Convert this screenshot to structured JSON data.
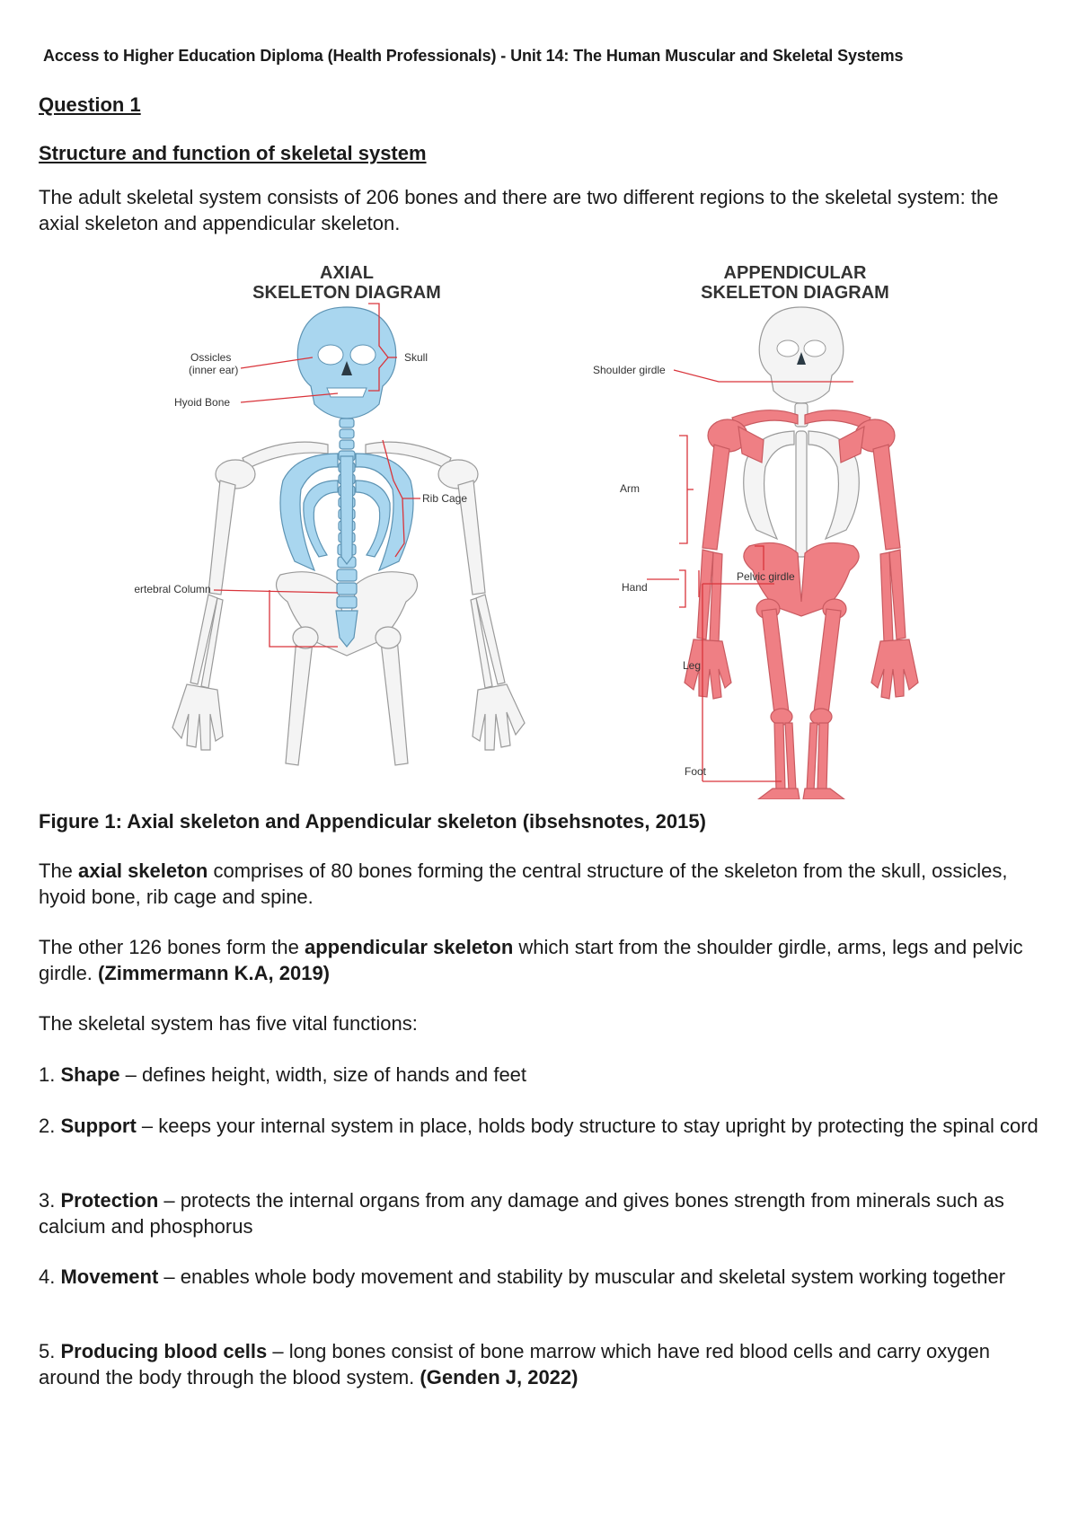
{
  "header": "Access to Higher Education Diploma (Health Professionals) - Unit 14: The Human Muscular and Skeletal Systems",
  "question_heading": "Question 1",
  "section_heading": "Structure and function of skeletal system",
  "intro": "The adult skeletal system consists of 206 bones and there are two different regions to the skeletal system: the axial skeleton and appendicular skeleton.",
  "figure": {
    "axial": {
      "title_line1": "AXIAL",
      "title_line2": "SKELETON DIAGRAM",
      "labels": {
        "ossicles_1": "Ossicles",
        "ossicles_2": "(inner ear)",
        "skull": "Skull",
        "hyoid": "Hyoid Bone",
        "ribcage": "Rib Cage",
        "vertebral": "Vertebral Column"
      }
    },
    "appendicular": {
      "title_line1": "APPENDICULAR",
      "title_line2": "SKELETON DIAGRAM",
      "labels": {
        "shoulder": "Shoulder girdle",
        "arm": "Arm",
        "hand": "Hand",
        "pelvic": "Pelvic girdle",
        "leg": "Leg",
        "foot": "Foot"
      }
    },
    "colors": {
      "axial": "#a9d6ef",
      "appendicular": "#ef7f84",
      "bone": "#f4f4f4",
      "outline": "#9a9a9a",
      "label_line": "#d9343b"
    },
    "caption": "Figure 1: Axial skeleton and Appendicular skeleton (ibsehsnotes, 2015)"
  },
  "axial_para": {
    "pre": "The ",
    "bold": "axial skeleton",
    "post": " comprises of 80 bones forming the central structure of the skeleton from the skull, ossicles, hyoid bone, rib cage and spine."
  },
  "appendicular_para": {
    "pre": "The other 126 bones form the ",
    "bold": "appendicular skeleton",
    "mid": " which start from the shoulder girdle, arms, legs and pelvic girdle. ",
    "cite": "(Zimmermann K.A, 2019)"
  },
  "functions_intro": "The skeletal system has five vital functions:",
  "functions": [
    {
      "num": "1. ",
      "term": "Shape",
      "text": " – defines height, width, size of hands and feet"
    },
    {
      "num": "2. ",
      "term": "Support",
      "text": " – keeps your internal system in place, holds body structure to stay upright by protecting the spinal cord"
    },
    {
      "num": "3. ",
      "term": "Protection",
      "text": " – protects the internal organs from any damage and gives bones strength from minerals such as calcium and phosphorus"
    },
    {
      "num": "4. ",
      "term": "Movement",
      "text": " – enables whole body movement and stability by muscular and skeletal system working together"
    },
    {
      "num": "5. ",
      "term": "Producing blood cells",
      "text": " – long bones consist of bone marrow which have red blood cells and carry oxygen around the body through the blood system. ",
      "cite": "(Genden J, 2022)"
    }
  ]
}
